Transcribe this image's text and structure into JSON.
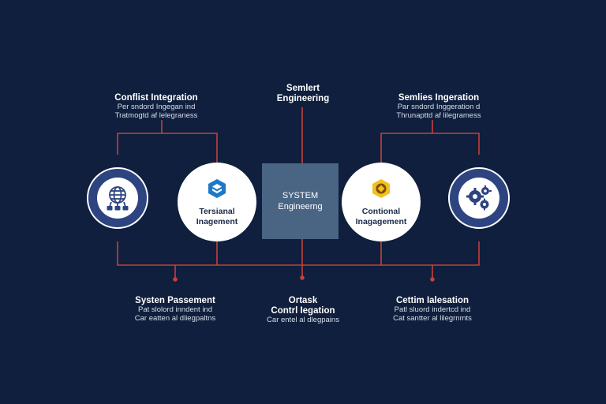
{
  "colors": {
    "background": "#0f1f3d",
    "connector": "#c6403a",
    "node_blue": "#2d4480",
    "center_box": "#4a6583",
    "hex_blue": "#1e78c8",
    "hex_yellow": "#f2c21b"
  },
  "labels": {
    "top_left": {
      "title": "Conflist Integration",
      "line1": "Per sndord Ingegan ind",
      "line2": "Tratmogtd af lelegraness"
    },
    "top_center": {
      "title": "Semlert",
      "line1": "Engineering"
    },
    "top_right": {
      "title": "Semlies Ingeration",
      "line1": "Par sndord Inggeration d",
      "line2": "Thrunapttd af lilegramess"
    },
    "bottom_left": {
      "title": "Systen Passement",
      "line1": "Pat slolord inndent ind",
      "line2": "Car eatten al dliegpaltns"
    },
    "bottom_center": {
      "title": "Ortask",
      "line1": "Contrl Iegation",
      "line2": "Car entel al dlegpains"
    },
    "bottom_right": {
      "title": "Cettim Ialesation",
      "line1": "Patl sluord indertcd ind",
      "line2": "Cat santter al lilegrnmts"
    }
  },
  "nodes": {
    "far_left": {
      "icon": "globe-network-icon"
    },
    "mid_left": {
      "icon": "blue-hexagon-icon",
      "line1": "Tersianal",
      "line2": "Inagement"
    },
    "center": {
      "line1": "SYSTEM",
      "line2": "Engineerng"
    },
    "mid_right": {
      "icon": "yellow-hexagon-icon",
      "line1": "Contional",
      "line2": "Inagagement"
    },
    "far_right": {
      "icon": "gears-icon"
    }
  }
}
